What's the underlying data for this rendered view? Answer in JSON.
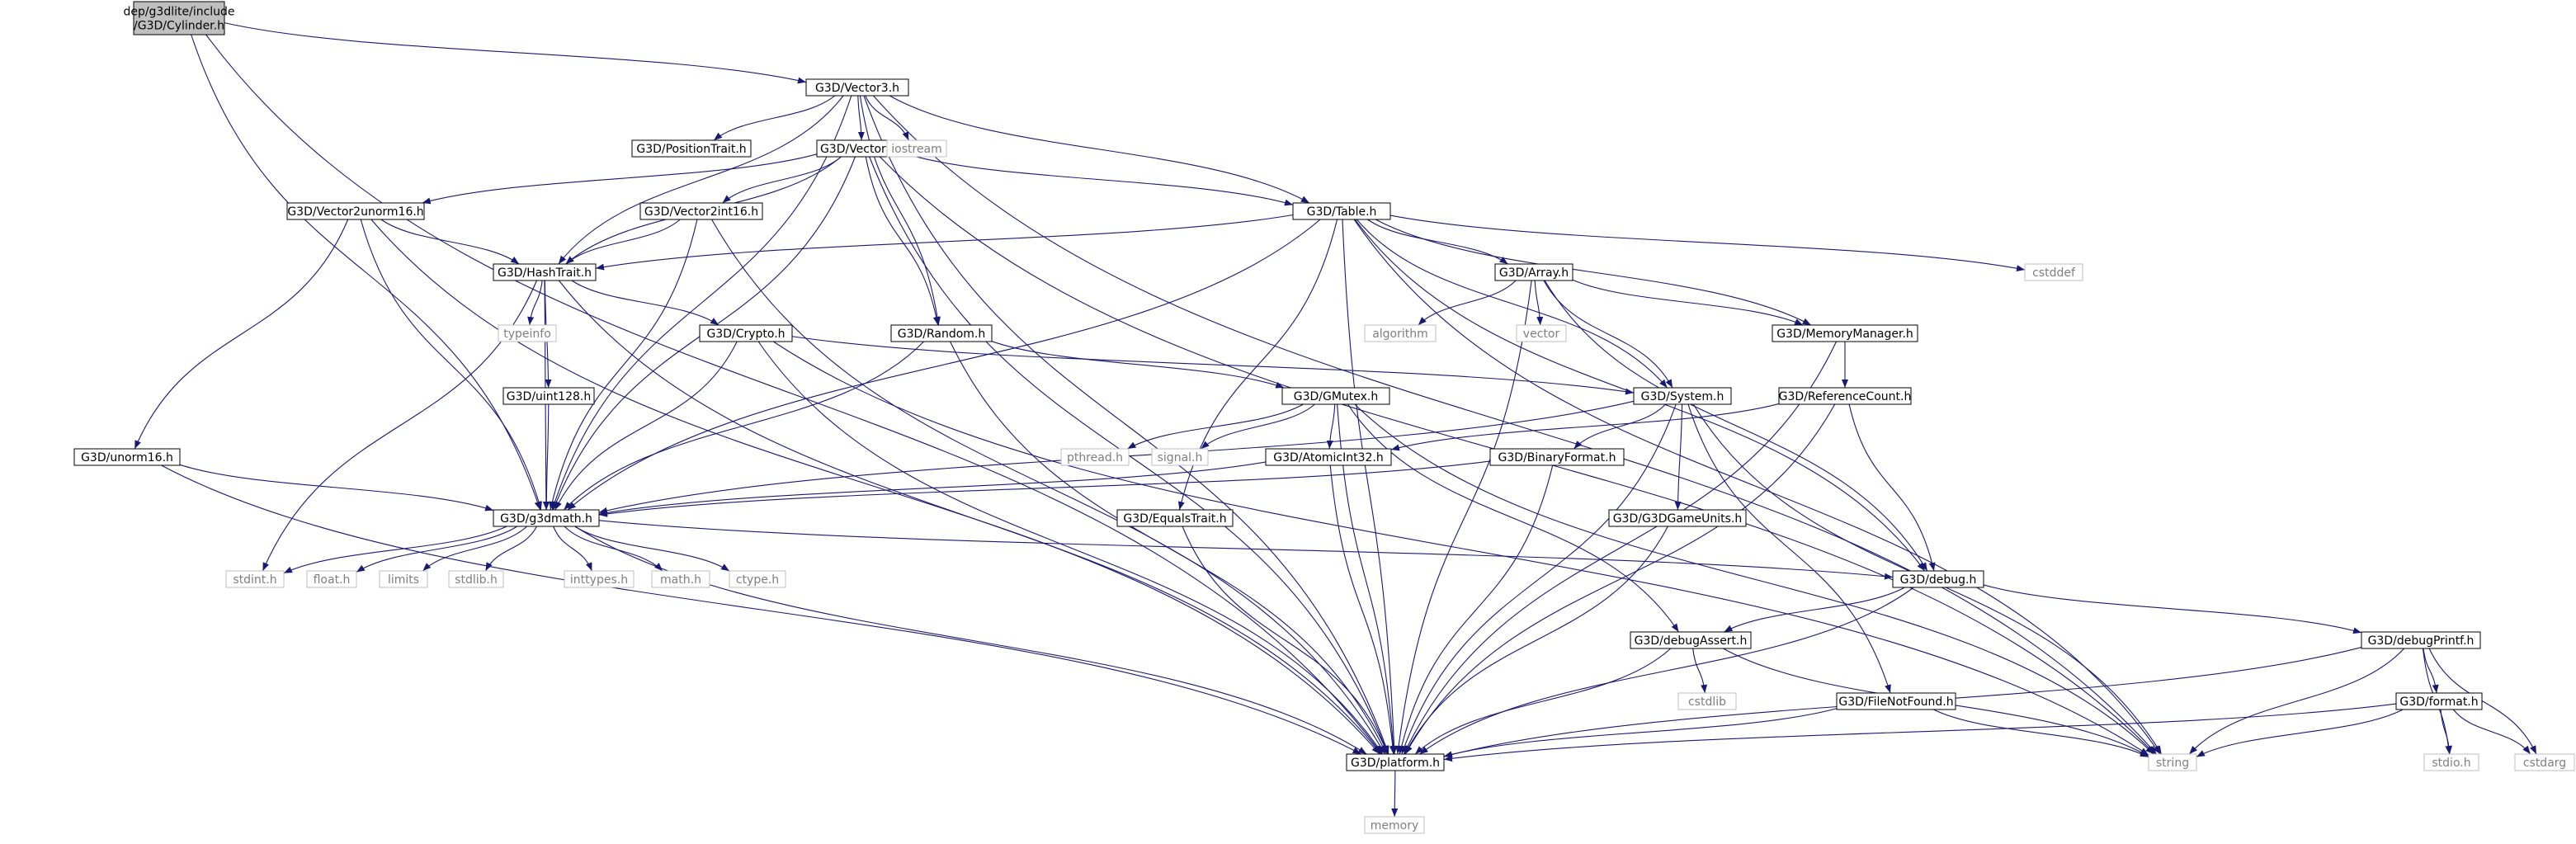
{
  "graph": {
    "colors": {
      "node_border": "#000000",
      "node_border_system": "#bfbfbf",
      "root_fill": "#bfbfbf",
      "edge": "#191970",
      "label": "#000000",
      "label_system": "#7f7f7f"
    },
    "nodes": [
      {
        "id": "root",
        "label": [
          "dep/g3dlite/include",
          "/G3D/Cylinder.h"
        ],
        "kind": "root"
      },
      {
        "id": "vector3",
        "label": [
          "G3D/Vector3.h"
        ],
        "kind": "file"
      },
      {
        "id": "positiontrait",
        "label": [
          "G3D/PositionTrait.h"
        ],
        "kind": "file"
      },
      {
        "id": "vector2",
        "label": [
          "G3D/Vector2.h"
        ],
        "kind": "file"
      },
      {
        "id": "iostream",
        "label": [
          "iostream"
        ],
        "kind": "system"
      },
      {
        "id": "vector2unorm16",
        "label": [
          "G3D/Vector2unorm16.h"
        ],
        "kind": "file"
      },
      {
        "id": "vector2int16",
        "label": [
          "G3D/Vector2int16.h"
        ],
        "kind": "file"
      },
      {
        "id": "table",
        "label": [
          "G3D/Table.h"
        ],
        "kind": "file"
      },
      {
        "id": "hashtrait",
        "label": [
          "G3D/HashTrait.h"
        ],
        "kind": "file"
      },
      {
        "id": "array",
        "label": [
          "G3D/Array.h"
        ],
        "kind": "file"
      },
      {
        "id": "cstddef",
        "label": [
          "cstddef"
        ],
        "kind": "system"
      },
      {
        "id": "typeinfo",
        "label": [
          "typeinfo"
        ],
        "kind": "system"
      },
      {
        "id": "crypto",
        "label": [
          "G3D/Crypto.h"
        ],
        "kind": "file"
      },
      {
        "id": "random",
        "label": [
          "G3D/Random.h"
        ],
        "kind": "file"
      },
      {
        "id": "algorithm",
        "label": [
          "algorithm"
        ],
        "kind": "system"
      },
      {
        "id": "vector",
        "label": [
          "vector"
        ],
        "kind": "system"
      },
      {
        "id": "memorymanager",
        "label": [
          "G3D/MemoryManager.h"
        ],
        "kind": "file"
      },
      {
        "id": "uint128",
        "label": [
          "G3D/uint128.h"
        ],
        "kind": "file"
      },
      {
        "id": "gmutex",
        "label": [
          "G3D/GMutex.h"
        ],
        "kind": "file"
      },
      {
        "id": "system",
        "label": [
          "G3D/System.h"
        ],
        "kind": "file"
      },
      {
        "id": "referencecount",
        "label": [
          "G3D/ReferenceCount.h"
        ],
        "kind": "file"
      },
      {
        "id": "unorm16",
        "label": [
          "G3D/unorm16.h"
        ],
        "kind": "file"
      },
      {
        "id": "pthread",
        "label": [
          "pthread.h"
        ],
        "kind": "system"
      },
      {
        "id": "signal",
        "label": [
          "signal.h"
        ],
        "kind": "system"
      },
      {
        "id": "atomicint32",
        "label": [
          "G3D/AtomicInt32.h"
        ],
        "kind": "file"
      },
      {
        "id": "binaryformat",
        "label": [
          "G3D/BinaryFormat.h"
        ],
        "kind": "file"
      },
      {
        "id": "g3dmath",
        "label": [
          "G3D/g3dmath.h"
        ],
        "kind": "file"
      },
      {
        "id": "equalstrait",
        "label": [
          "G3D/EqualsTrait.h"
        ],
        "kind": "file"
      },
      {
        "id": "g3dgameunits",
        "label": [
          "G3D/G3DGameUnits.h"
        ],
        "kind": "file"
      },
      {
        "id": "stdint",
        "label": [
          "stdint.h"
        ],
        "kind": "system"
      },
      {
        "id": "float",
        "label": [
          "float.h"
        ],
        "kind": "system"
      },
      {
        "id": "limits",
        "label": [
          "limits"
        ],
        "kind": "system"
      },
      {
        "id": "stdlib",
        "label": [
          "stdlib.h"
        ],
        "kind": "system"
      },
      {
        "id": "inttypes",
        "label": [
          "inttypes.h"
        ],
        "kind": "system"
      },
      {
        "id": "math",
        "label": [
          "math.h"
        ],
        "kind": "system"
      },
      {
        "id": "ctype",
        "label": [
          "ctype.h"
        ],
        "kind": "system"
      },
      {
        "id": "debug",
        "label": [
          "G3D/debug.h"
        ],
        "kind": "file"
      },
      {
        "id": "debugassert",
        "label": [
          "G3D/debugAssert.h"
        ],
        "kind": "file"
      },
      {
        "id": "debugprintf",
        "label": [
          "G3D/debugPrintf.h"
        ],
        "kind": "file"
      },
      {
        "id": "cstdlib",
        "label": [
          "cstdlib"
        ],
        "kind": "system"
      },
      {
        "id": "filenotfound",
        "label": [
          "G3D/FileNotFound.h"
        ],
        "kind": "file"
      },
      {
        "id": "format",
        "label": [
          "G3D/format.h"
        ],
        "kind": "file"
      },
      {
        "id": "platform",
        "label": [
          "G3D/platform.h"
        ],
        "kind": "file"
      },
      {
        "id": "string",
        "label": [
          "string"
        ],
        "kind": "system"
      },
      {
        "id": "stdio",
        "label": [
          "stdio.h"
        ],
        "kind": "system"
      },
      {
        "id": "cstdarg",
        "label": [
          "cstdarg"
        ],
        "kind": "system"
      },
      {
        "id": "memory",
        "label": [
          "memory"
        ],
        "kind": "system"
      }
    ],
    "edges": [
      [
        "root",
        "vector3"
      ],
      [
        "root",
        "g3dmath"
      ],
      [
        "root",
        "platform"
      ],
      [
        "vector3",
        "positiontrait"
      ],
      [
        "vector3",
        "vector2"
      ],
      [
        "vector3",
        "iostream"
      ],
      [
        "vector3",
        "hashtrait"
      ],
      [
        "vector3",
        "table"
      ],
      [
        "vector3",
        "random"
      ],
      [
        "vector3",
        "g3dmath"
      ],
      [
        "vector3",
        "platform"
      ],
      [
        "vector3",
        "string"
      ],
      [
        "vector2",
        "vector2unorm16"
      ],
      [
        "vector2",
        "vector2int16"
      ],
      [
        "vector2",
        "hashtrait"
      ],
      [
        "vector2",
        "table"
      ],
      [
        "vector2",
        "random"
      ],
      [
        "vector2",
        "g3dmath"
      ],
      [
        "vector2",
        "platform"
      ],
      [
        "vector2",
        "string"
      ],
      [
        "vector2unorm16",
        "hashtrait"
      ],
      [
        "vector2unorm16",
        "unorm16"
      ],
      [
        "vector2unorm16",
        "g3dmath"
      ],
      [
        "vector2unorm16",
        "platform"
      ],
      [
        "vector2int16",
        "hashtrait"
      ],
      [
        "vector2int16",
        "g3dmath"
      ],
      [
        "vector2int16",
        "platform"
      ],
      [
        "table",
        "hashtrait"
      ],
      [
        "table",
        "array"
      ],
      [
        "table",
        "cstddef"
      ],
      [
        "table",
        "memorymanager"
      ],
      [
        "table",
        "system"
      ],
      [
        "table",
        "equalstrait"
      ],
      [
        "table",
        "g3dmath"
      ],
      [
        "table",
        "debug"
      ],
      [
        "table",
        "platform"
      ],
      [
        "table",
        "string"
      ],
      [
        "hashtrait",
        "typeinfo"
      ],
      [
        "hashtrait",
        "crypto"
      ],
      [
        "hashtrait",
        "uint128"
      ],
      [
        "hashtrait",
        "g3dmath"
      ],
      [
        "hashtrait",
        "stdint"
      ],
      [
        "hashtrait",
        "platform"
      ],
      [
        "array",
        "algorithm"
      ],
      [
        "array",
        "vector"
      ],
      [
        "array",
        "memorymanager"
      ],
      [
        "array",
        "system"
      ],
      [
        "array",
        "debug"
      ],
      [
        "array",
        "platform"
      ],
      [
        "crypto",
        "system"
      ],
      [
        "crypto",
        "g3dmath"
      ],
      [
        "crypto",
        "platform"
      ],
      [
        "crypto",
        "string"
      ],
      [
        "random",
        "gmutex"
      ],
      [
        "random",
        "g3dmath"
      ],
      [
        "random",
        "platform"
      ],
      [
        "memorymanager",
        "referencecount"
      ],
      [
        "memorymanager",
        "platform"
      ],
      [
        "uint128",
        "g3dmath"
      ],
      [
        "unorm16",
        "g3dmath"
      ],
      [
        "unorm16",
        "platform"
      ],
      [
        "gmutex",
        "pthread"
      ],
      [
        "gmutex",
        "signal"
      ],
      [
        "gmutex",
        "atomicint32"
      ],
      [
        "gmutex",
        "debugassert"
      ],
      [
        "gmutex",
        "platform"
      ],
      [
        "gmutex",
        "string"
      ],
      [
        "system",
        "binaryformat"
      ],
      [
        "system",
        "g3dgameunits"
      ],
      [
        "system",
        "filenotfound"
      ],
      [
        "system",
        "g3dmath"
      ],
      [
        "system",
        "platform"
      ],
      [
        "system",
        "string"
      ],
      [
        "referencecount",
        "atomicint32"
      ],
      [
        "referencecount",
        "debug"
      ],
      [
        "referencecount",
        "platform"
      ],
      [
        "atomicint32",
        "g3dmath"
      ],
      [
        "atomicint32",
        "platform"
      ],
      [
        "binaryformat",
        "g3dmath"
      ],
      [
        "binaryformat",
        "platform"
      ],
      [
        "equalstrait",
        "platform"
      ],
      [
        "g3dgameunits",
        "platform"
      ],
      [
        "g3dmath",
        "stdint"
      ],
      [
        "g3dmath",
        "float"
      ],
      [
        "g3dmath",
        "limits"
      ],
      [
        "g3dmath",
        "stdlib"
      ],
      [
        "g3dmath",
        "inttypes"
      ],
      [
        "g3dmath",
        "math"
      ],
      [
        "g3dmath",
        "ctype"
      ],
      [
        "g3dmath",
        "debug"
      ],
      [
        "g3dmath",
        "platform"
      ],
      [
        "debug",
        "debugassert"
      ],
      [
        "debug",
        "debugprintf"
      ],
      [
        "debug",
        "platform"
      ],
      [
        "debugassert",
        "cstdlib"
      ],
      [
        "debugassert",
        "platform"
      ],
      [
        "debugassert",
        "string"
      ],
      [
        "debugprintf",
        "format"
      ],
      [
        "debugprintf",
        "platform"
      ],
      [
        "debugprintf",
        "string"
      ],
      [
        "debugprintf",
        "stdio"
      ],
      [
        "debugprintf",
        "cstdarg"
      ],
      [
        "filenotfound",
        "platform"
      ],
      [
        "filenotfound",
        "string"
      ],
      [
        "format",
        "platform"
      ],
      [
        "format",
        "string"
      ],
      [
        "format",
        "stdio"
      ],
      [
        "format",
        "cstdarg"
      ],
      [
        "platform",
        "memory"
      ]
    ]
  }
}
